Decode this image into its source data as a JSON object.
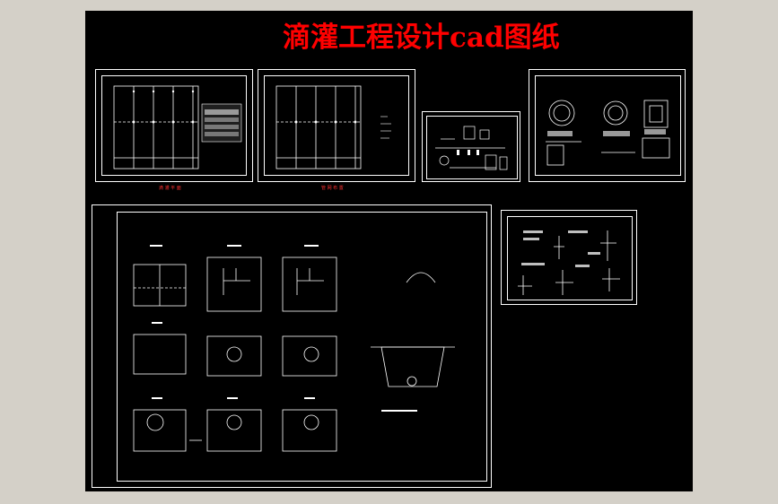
{
  "page_title": "滴灌工程设计cad图纸",
  "colors": {
    "app_background": "#d4d0c8",
    "canvas_background": "#000000",
    "title_color": "#ff0000",
    "linework": "#ffffff",
    "annotation": "#ff3030"
  },
  "sheets": [
    {
      "id": "sheet-1",
      "caption": "滴 灌 平 面"
    },
    {
      "id": "sheet-2",
      "caption": "管 网 布 置"
    },
    {
      "id": "sheet-3",
      "caption": ""
    },
    {
      "id": "sheet-4",
      "caption": ""
    },
    {
      "id": "sheet-5",
      "caption": ""
    },
    {
      "id": "sheet-6",
      "caption": ""
    }
  ]
}
